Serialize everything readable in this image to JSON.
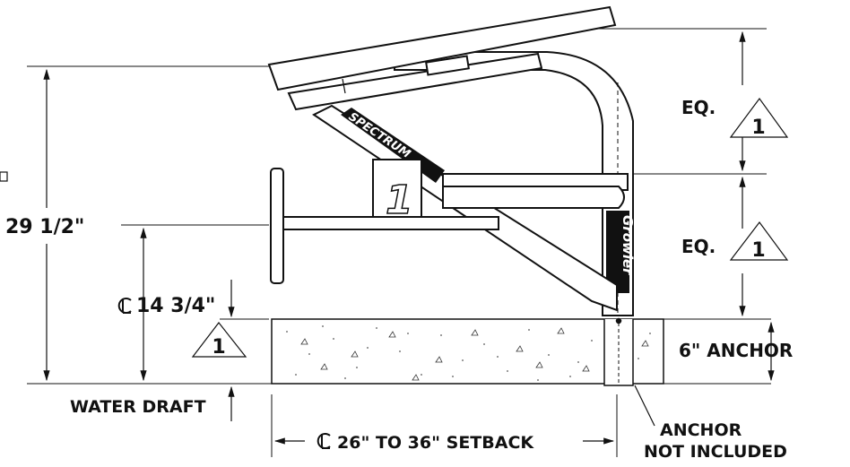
{
  "dimensions": {
    "overall_height": "29 1/2\"",
    "cl_height": "14 3/4\"",
    "equal_top": "EQ.",
    "equal_bottom": "EQ.",
    "anchor_depth": "6\" ANCHOR",
    "water_draft": "WATER DRAFT",
    "setback": "26\" TO 36\" SETBACK"
  },
  "notes": {
    "anchor_line1": "ANCHOR",
    "anchor_line2": "NOT INCLUDED"
  },
  "callouts": {
    "triangle_top": "1",
    "triangle_mid": "1",
    "triangle_left": "1"
  },
  "labels": {
    "brand_board": "SPECTRUM",
    "brand_post": "Growler",
    "step_number": "1"
  },
  "colors": {
    "line": "#111111",
    "fill": "#ffffff"
  }
}
